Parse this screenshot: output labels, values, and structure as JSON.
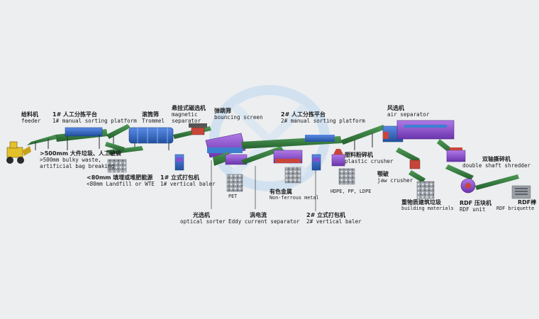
{
  "labels": {
    "feeder": {
      "zh": "给料机",
      "en": "feeder"
    },
    "manual1": {
      "zh": "1# 人工分拣平台",
      "en": "1# manual sorting platform"
    },
    "trommel": {
      "zh": "滚筒筛",
      "en": "Trommel"
    },
    "magnetic": {
      "zh": "悬挂式磁选机",
      "en1": "magnetic",
      "en2": "separator"
    },
    "bouncing": {
      "zh": "弹跳筛",
      "en": "bouncing screen"
    },
    "manual2": {
      "zh": "2# 人工分拣平台",
      "en": "2# manual sorting platform"
    },
    "air": {
      "zh": "风选机",
      "en": "air separator"
    },
    "bulky": {
      "zh": ">500mm 大件垃圾、人工破袋",
      "en1": ">500mm bulky waste,",
      "en2": "artificial bag breaking"
    },
    "landfill": {
      "zh": "<80mm 填埋或堆肥能源",
      "en": "<80mm Landfill or WTE"
    },
    "baler1": {
      "zh": "1# 立式打包机",
      "en": "1# vertical baler"
    },
    "pet": {
      "en": "PET"
    },
    "nonferrous": {
      "zh": "有色金属",
      "en": "Non-ferrous metal"
    },
    "plastic": {
      "zh": "塑料粉碎机",
      "en": "plastic crusher"
    },
    "hdpe": {
      "en": "HDPE, PP, LDPE"
    },
    "jaw": {
      "zh": "颚破",
      "en": "jaw crusher"
    },
    "building": {
      "zh": "重物质建筑垃圾",
      "en": "building materials"
    },
    "rdfunit": {
      "zh": "RDF 压块机",
      "en": "RDF unit"
    },
    "shredder": {
      "zh": "双轴撕碎机",
      "en": "double shaft shredder"
    },
    "briquette": {
      "zh": "RDF棒",
      "en": "RDF briquette"
    },
    "optical": {
      "zh": "光选机",
      "en": "optical sorter"
    },
    "eddy": {
      "zh": "涡电流",
      "en": "Eddy current separator"
    },
    "baler2": {
      "zh": "2# 立式打包机",
      "en": "2# vertical baler"
    }
  },
  "colors": {
    "conveyor": "#2f7a3a",
    "machine_blue": "#2f66c8",
    "machine_purple": "#8a4bd0",
    "machine_red": "#c8453a",
    "loader_yellow": "#e3c12a",
    "watermark": "#bcd8f0"
  }
}
